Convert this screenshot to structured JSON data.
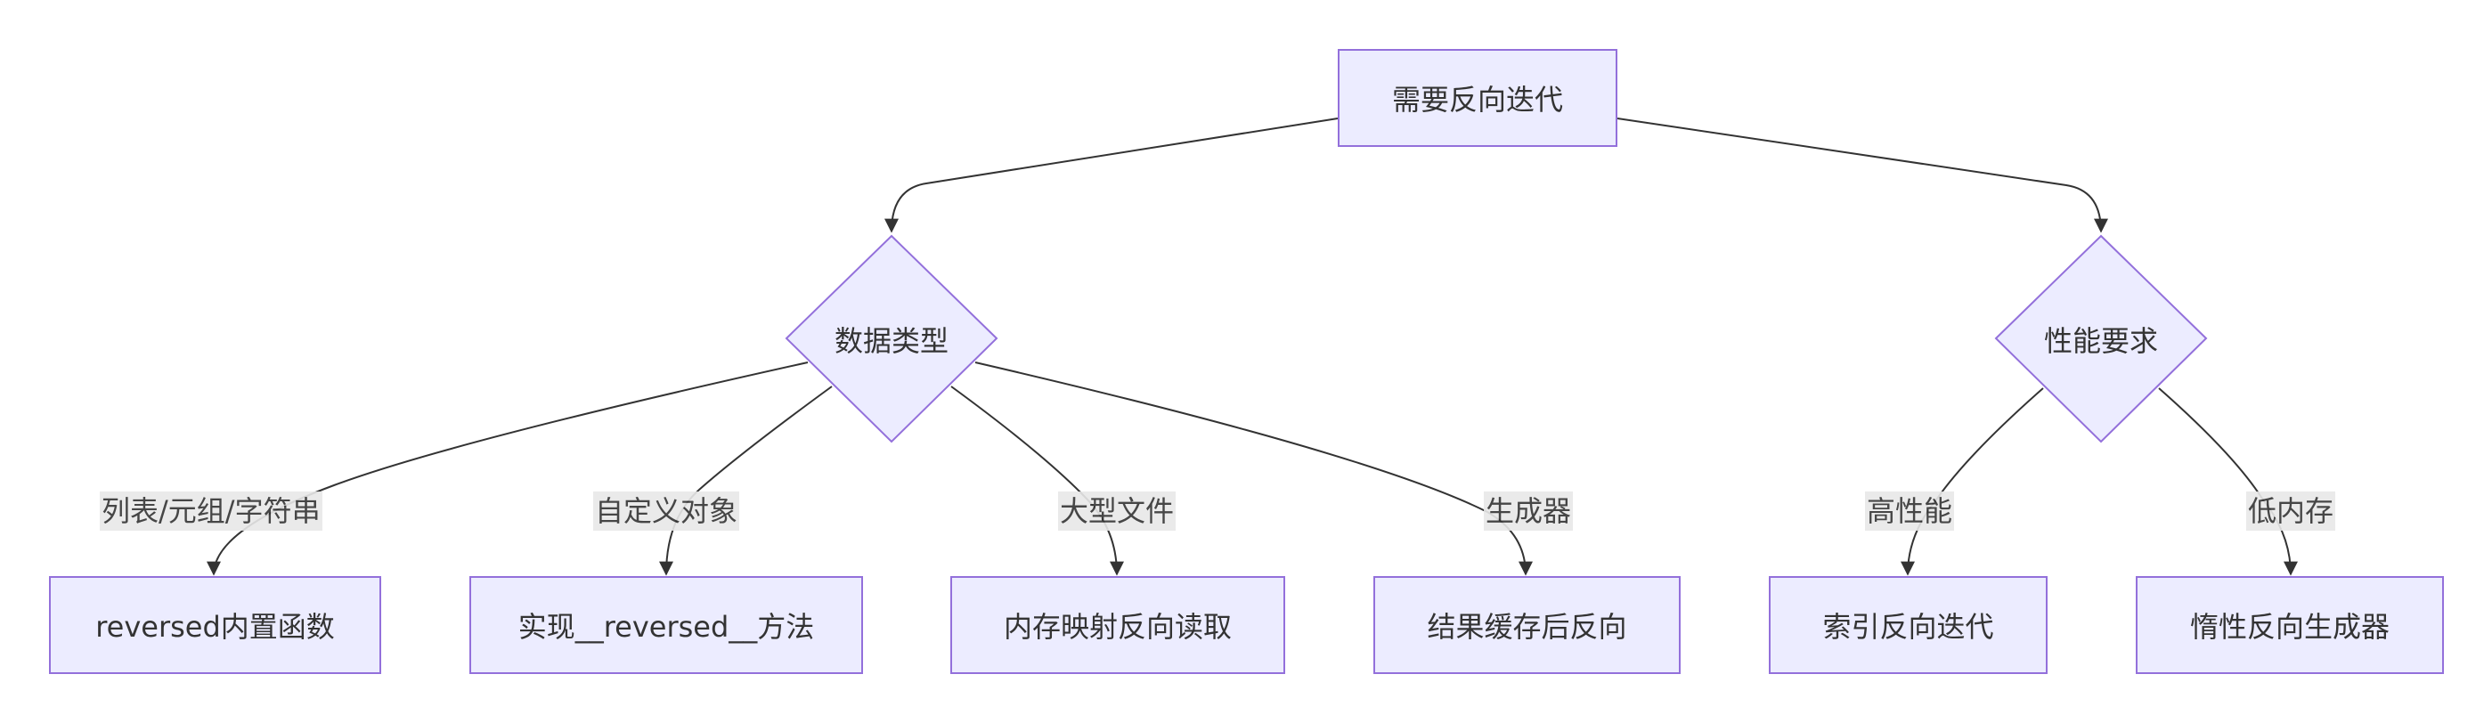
{
  "diagram": {
    "root": {
      "label": "需要反向迭代"
    },
    "decisions": {
      "data_type": {
        "label": "数据类型"
      },
      "performance": {
        "label": "性能要求"
      }
    },
    "edge_labels": {
      "list_tuple_string": "列表/元组/字符串",
      "custom_object": "自定义对象",
      "large_file": "大型文件",
      "generator": "生成器",
      "high_performance": "高性能",
      "low_memory": "低内存"
    },
    "results": {
      "reversed_builtin": "reversed内置函数",
      "implement_reversed": "实现__reversed__方法",
      "mmap_reverse_read": "内存映射反向读取",
      "cache_then_reverse": "结果缓存后反向",
      "index_reverse_iter": "索引反向迭代",
      "lazy_reverse_generator": "惰性反向生成器"
    },
    "colors": {
      "node_fill": "#ececff",
      "node_border": "#9370db",
      "edge": "#333333",
      "label_bg": "#e8e8e8",
      "text": "#333333"
    }
  }
}
